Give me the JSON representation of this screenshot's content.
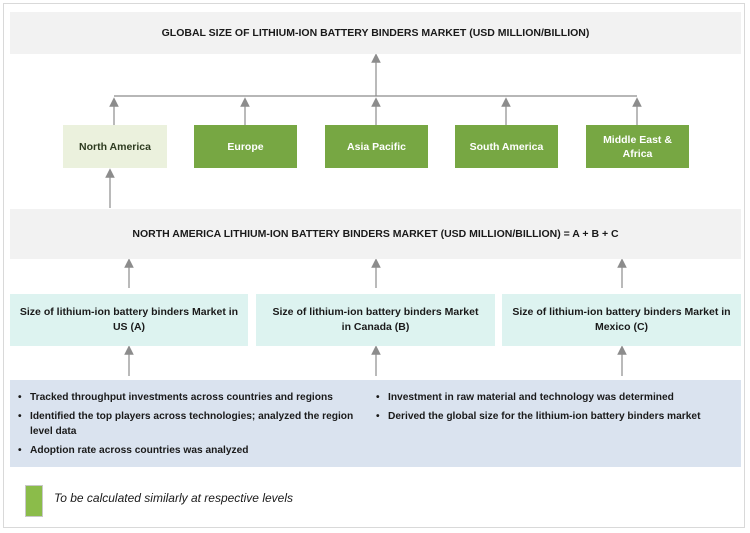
{
  "global_title": "GLOBAL SIZE OF LITHIUM-ION BATTERY BINDERS MARKET (USD MILLION/BILLION)",
  "regions": [
    "North America",
    "Europe",
    "Asia Pacific",
    "South America",
    "Middle East & Africa"
  ],
  "na_title": "NORTH AMERICA LITHIUM-ION BATTERY BINDERS MARKET (USD MILLION/BILLION) = A + B + C",
  "countries": [
    "Size of lithium-ion battery binders Market in US (A)",
    "Size of lithium-ion battery binders Market in Canada (B)",
    "Size of lithium-ion battery binders Market in Mexico (C)"
  ],
  "notes_left": [
    "Tracked throughput investments across countries and regions",
    "Identified the top players across technologies; analyzed  the region level data",
    "Adoption rate across countries was analyzed"
  ],
  "notes_right": [
    "Investment in raw material and technology was determined",
    "Derived the global size for the lithium-ion battery binders market"
  ],
  "legend_text": "To be calculated similarly at respective levels",
  "colors": {
    "region_fill": "#77a743",
    "highlight_region_fill": "#ebf1dd",
    "country_fill": "#ddf3f0",
    "notes_fill": "#dae3ef",
    "title_fill": "#f2f2f2",
    "legend_swatch": "#8bbc4a",
    "arrow": "#8c8c8c"
  }
}
